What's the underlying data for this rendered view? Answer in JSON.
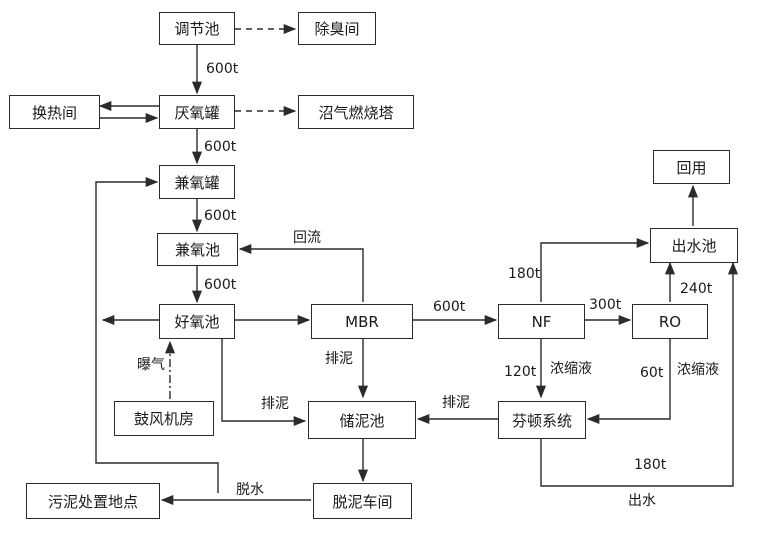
{
  "nodes": {
    "tiaojiechi": "调节池",
    "chuchoujian": "除臭间",
    "yanyangguan": "厌氧罐",
    "huanrejian": "换热间",
    "zhaoqi": "沼气燃烧塔",
    "jianyangguan": "兼氧罐",
    "jianyangchi": "兼氧池",
    "haoyangchi": "好氧池",
    "mbr": "MBR",
    "nf": "NF",
    "ro": "RO",
    "chushuichi": "出水池",
    "huiyong": "回用",
    "gufeng": "鼓风机房",
    "chunichi": "储泥池",
    "fendun": "芬顿系统",
    "tuoni": "脱泥车间",
    "wuni": "污泥处置地点"
  },
  "labels": {
    "flow_600_1": "600t",
    "flow_600_2": "600t",
    "flow_600_3": "600t",
    "flow_600_4": "600t",
    "flow_600_mbr": "600t",
    "huiliu": "回流",
    "paini_mbr": "排泥",
    "baoqi": "曝气",
    "paini_hy": "排泥",
    "paini_fd": "排泥",
    "tuoshui": "脱水",
    "flow_180_nf": "180t",
    "flow_300": "300t",
    "flow_240": "240t",
    "flow_120": "120t",
    "nongsuo_nf": "浓缩液",
    "flow_60": "60t",
    "nongsuo_ro": "浓缩液",
    "flow_180_out": "180t",
    "chushui": "出水"
  },
  "colors": {
    "line": "#2b2b2b",
    "box_border": "#2b2b2b",
    "background": "#ffffff"
  }
}
